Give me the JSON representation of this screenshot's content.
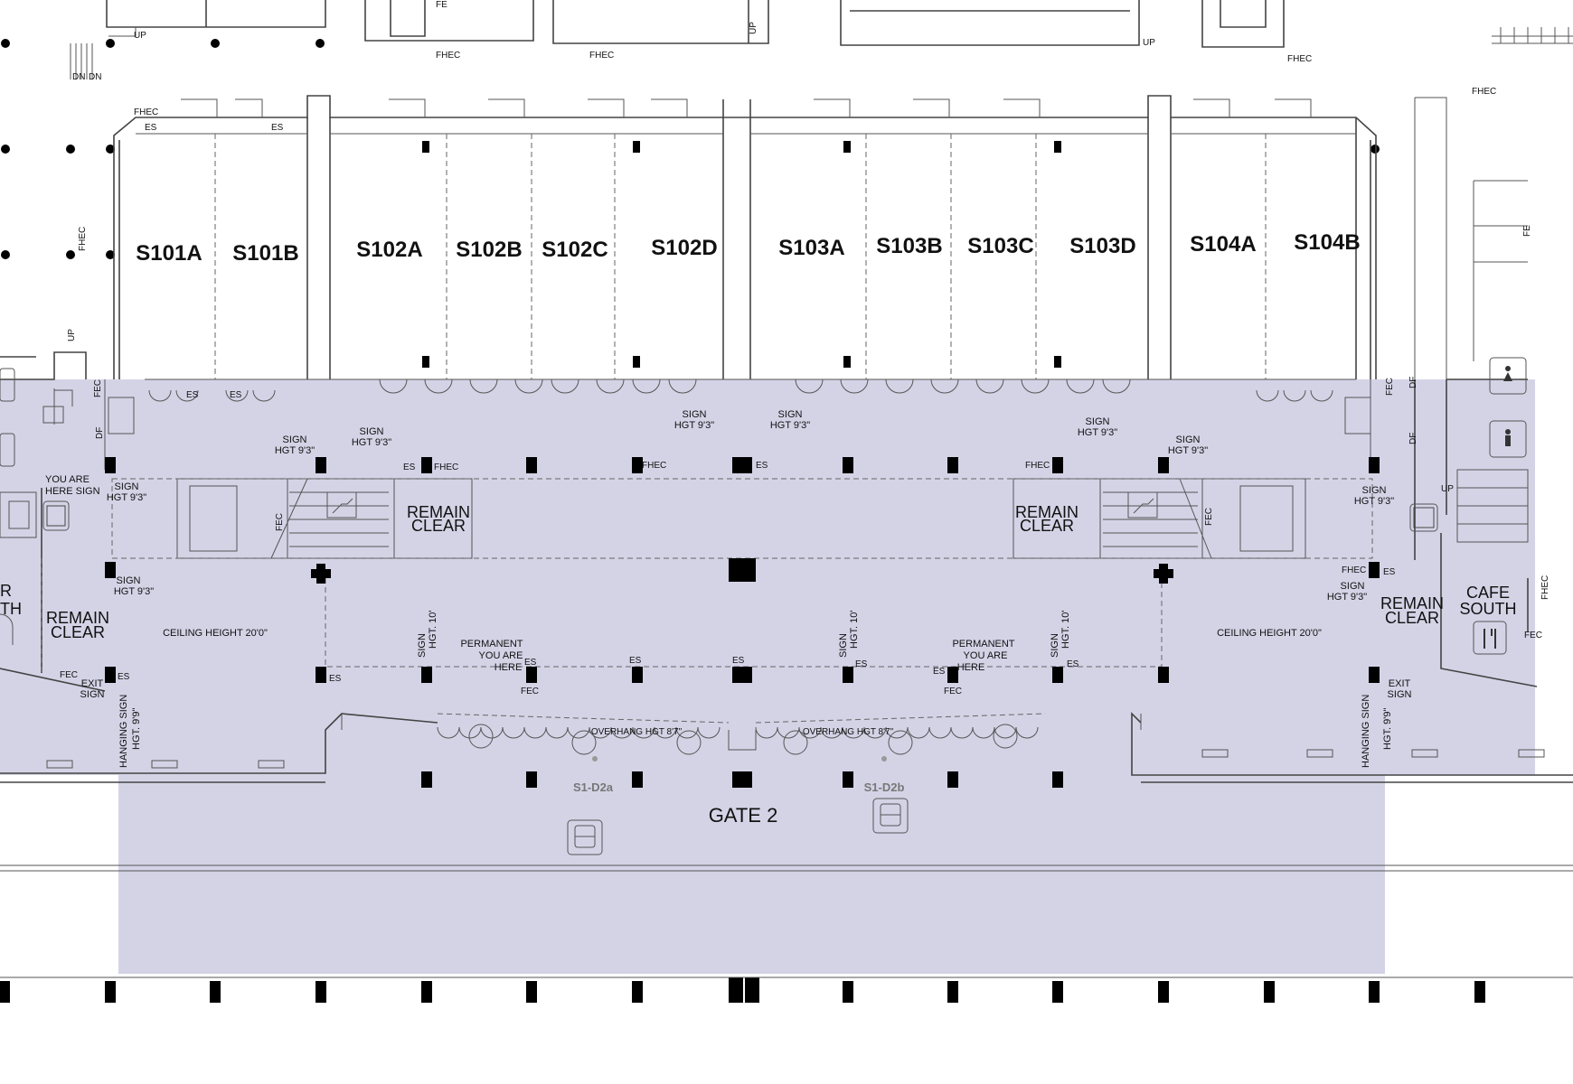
{
  "map": {
    "title": "",
    "highlight_color": "#d4d3e6",
    "rooms": [
      {
        "id": "S101A",
        "label": "S101A"
      },
      {
        "id": "S101B",
        "label": "S101B"
      },
      {
        "id": "S102A",
        "label": "S102A"
      },
      {
        "id": "S102B",
        "label": "S102B"
      },
      {
        "id": "S102C",
        "label": "S102C"
      },
      {
        "id": "S102D",
        "label": "S102D"
      },
      {
        "id": "S103A",
        "label": "S103A"
      },
      {
        "id": "S103B",
        "label": "S103B"
      },
      {
        "id": "S103C",
        "label": "S103C"
      },
      {
        "id": "S103D",
        "label": "S103D"
      },
      {
        "id": "S104A",
        "label": "S104A"
      },
      {
        "id": "S104B",
        "label": "S104B"
      }
    ],
    "zones": {
      "remain_clear_1": "REMAIN",
      "remain_clear_2": "CLEAR",
      "cafe_1": "CAFE",
      "cafe_2": "SOUTH",
      "gate": "GATE 2",
      "door_a": "S1-D2a",
      "door_b": "S1-D2b",
      "ceiling": "CEILING HEIGHT 20'0\"",
      "you_are_here_1": "YOU ARE",
      "you_are_here_2": "HERE SIGN",
      "permanent_1": "PERMANENT",
      "permanent_2": "YOU ARE",
      "permanent_3": "HERE",
      "overhang": "OVERHANG HGT 8'7\"",
      "hanging_sign": "HANGING SIGN",
      "hanging_hgt": "HGT. 9'9\"",
      "cut_left_1": "R",
      "cut_left_2": "TH"
    },
    "notes": {
      "sign": "SIGN",
      "hgt": "HGT 9'3\"",
      "sign_hgt10a": "SIGN",
      "sign_hgt10b": "HGT. 10'",
      "exit1": "EXIT",
      "exit2": "SIGN",
      "es": "ES",
      "fec": "FEC",
      "fhec": "FHEC",
      "fe": "FE",
      "up": "UP",
      "dn": "DN",
      "df": "DF"
    }
  }
}
